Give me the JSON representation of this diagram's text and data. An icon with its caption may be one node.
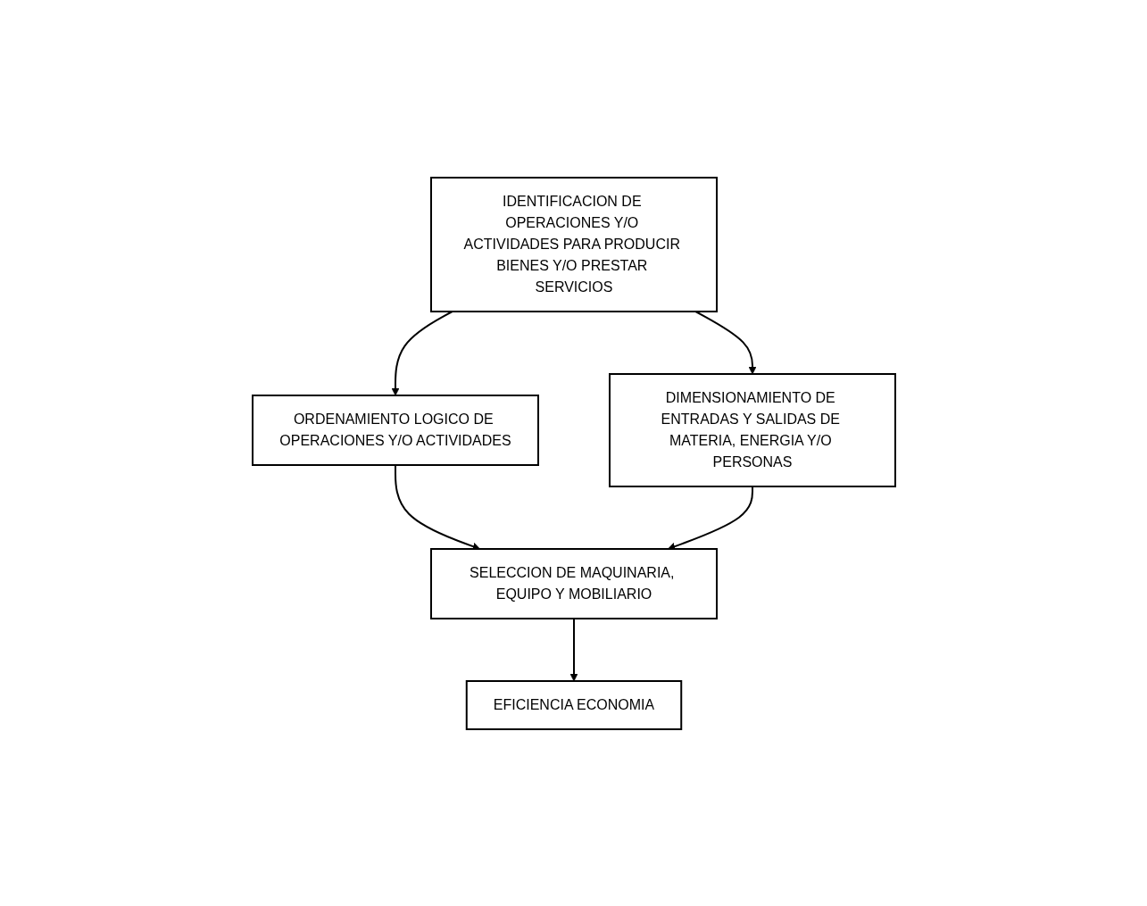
{
  "diagram": {
    "nodes": [
      {
        "text": [
          "IDENTIFICACION DE OPERACIONES Y/O ACTIVIDADES PARA PRODUCIR BIENES Y/O PRESTAR SERVICIOS"
        ]
      },
      {
        "text": [
          "ORDENAMIENTO LOGICO DE OPERACIONES Y/O ACTIVIDADES"
        ]
      },
      {
        "text": [
          "DIMENSIONAMIENTO DE ENTRADAS Y SALIDAS DE MATERIA, ENERGIA Y/O PERSONAS"
        ]
      },
      {
        "text": [
          "SELECCION DE MAQUINARIA, EQUIPO Y MOBILIARIO"
        ]
      },
      {
        "text": [
          "EFICIENCIA ECONOMIA"
        ]
      }
    ],
    "edges": [
      {
        "from": 0,
        "to": 1,
        "arrow": "to"
      },
      {
        "from": 0,
        "to": 2,
        "arrow": "to"
      },
      {
        "from": 1,
        "to": 3,
        "arrow": "to"
      },
      {
        "from": 2,
        "to": 3,
        "arrow": "to"
      },
      {
        "from": 3,
        "to": 4,
        "arrow": "to"
      }
    ]
  }
}
